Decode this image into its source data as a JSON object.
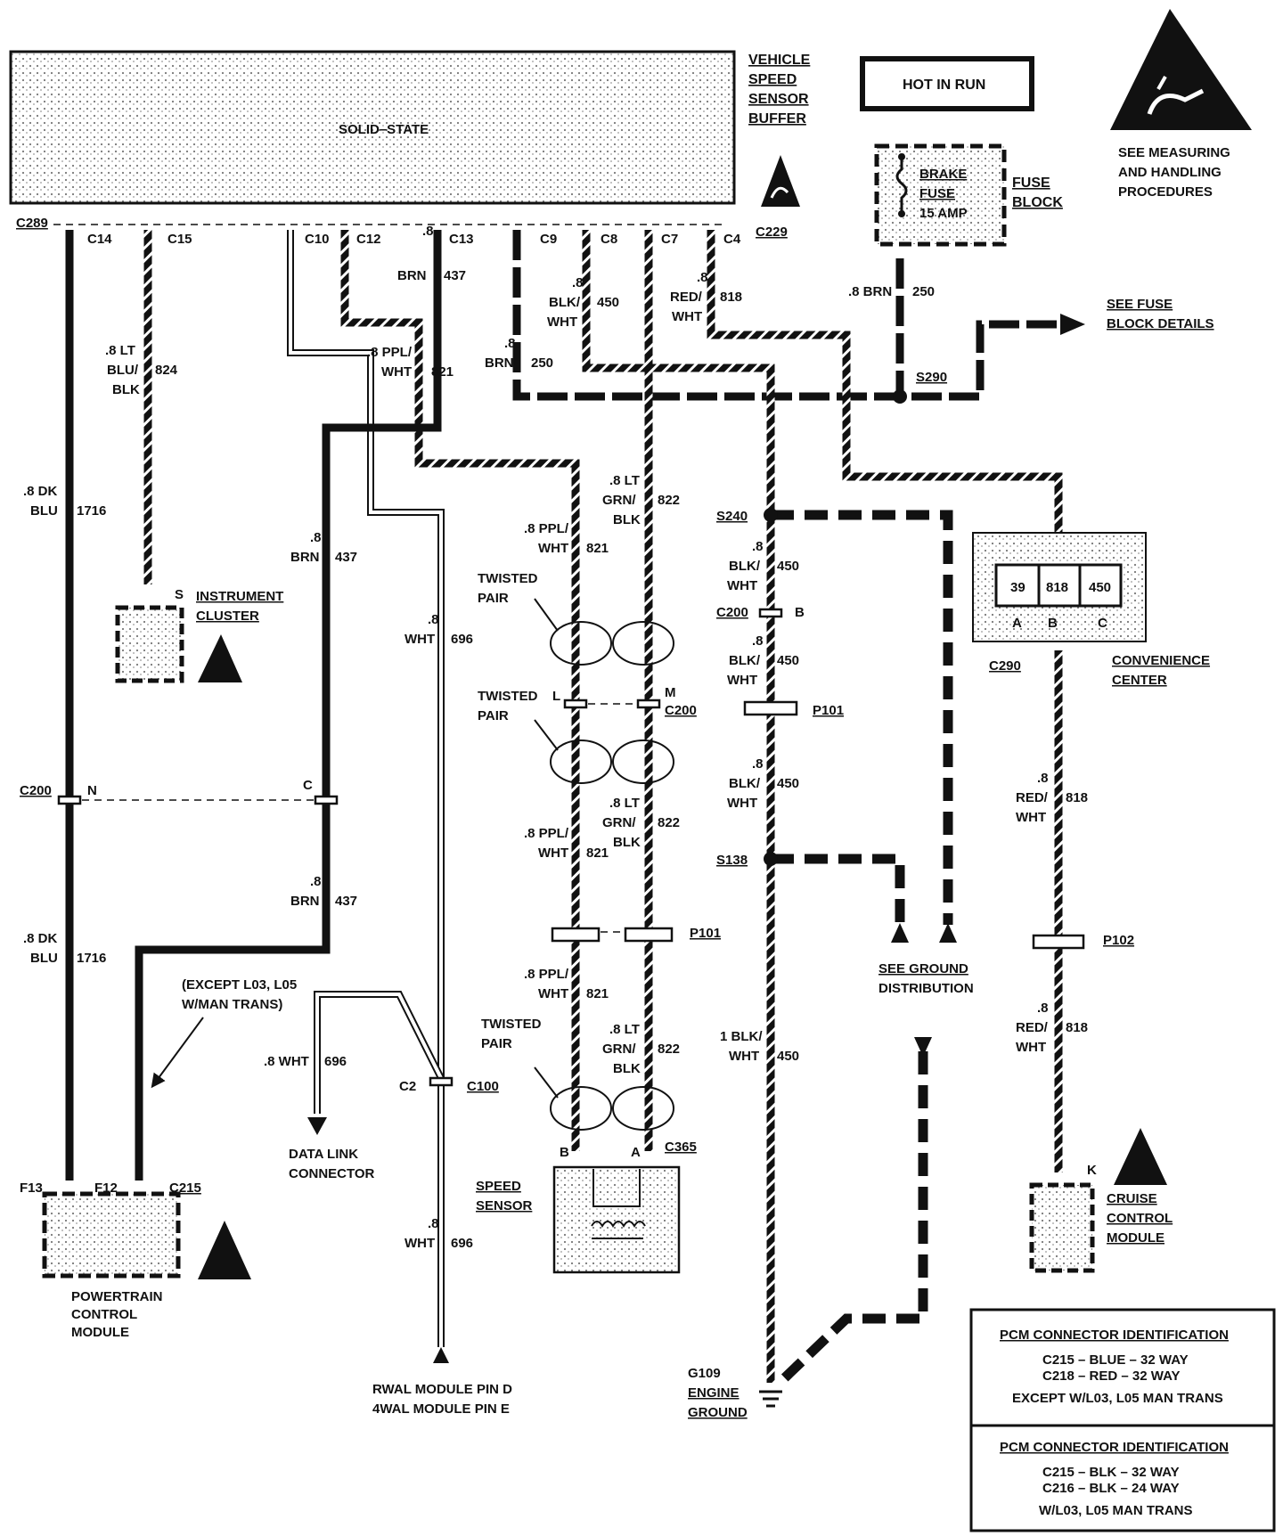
{
  "colors": {
    "ink": "#111111",
    "paper": "#ffffff",
    "shade": "#c8c8c8"
  },
  "vssb": {
    "title_lines": [
      "VEHICLE",
      "SPEED",
      "SENSOR",
      "BUFFER"
    ],
    "inner": "SOLID–STATE"
  },
  "hot_in_run": "HOT IN RUN",
  "esd": {
    "note_lines": [
      "SEE MEASURING",
      "AND HANDLING",
      "PROCEDURES"
    ],
    "icon": "esd-warning-icon"
  },
  "fuse": {
    "lines": [
      "BRAKE",
      "FUSE",
      "15 AMP"
    ],
    "block_lines": [
      "FUSE",
      "BLOCK"
    ]
  },
  "connectors": {
    "c289": "C289",
    "c229": "C229",
    "pins_top": [
      "C14",
      "C15",
      "C10",
      "C12",
      "C13",
      "C9",
      "C8",
      "C7",
      "C4"
    ],
    "c200": "C200",
    "c100": "C100",
    "c2": "C2",
    "c215": "C215",
    "c365": "C365",
    "c290": "C290",
    "p101": "P101",
    "p102": "P102",
    "s240": "S240",
    "s138": "S138",
    "s290": "S290",
    "pin_s": "S",
    "pin_n": "N",
    "pin_c": "C",
    "pin_l": "L",
    "pin_m": "M",
    "pin_b": "B",
    "pin_a": "A",
    "pin_k": "K",
    "pin_f13": "F13",
    "pin_f12": "F12"
  },
  "wires": {
    "dkblu": {
      "size": ".8 DK",
      "color": "BLU",
      "circuit": "1716"
    },
    "ltblublk": {
      "size": ".8 LT",
      "color1": "BLU/",
      "color2": "BLK",
      "circuit": "824"
    },
    "brn437": {
      "size": ".8",
      "color": "BRN",
      "circuit": "437"
    },
    "ppl821": {
      "size": ".8 PPL/",
      "color": "WHT",
      "circuit": "821"
    },
    "grn822": {
      "size": ".8 LT",
      "color1": "GRN/",
      "color2": "BLK",
      "circuit": "822"
    },
    "blk450": {
      "size": ".8",
      "color1": "BLK/",
      "color2": "WHT",
      "circuit": "450"
    },
    "blk450b": {
      "size": "1 BLK/",
      "color": "WHT",
      "circuit": "450"
    },
    "red818": {
      "size": ".8",
      "color1": "RED/",
      "color2": "WHT",
      "circuit": "818"
    },
    "brn250": {
      "size": ".8",
      "color": "BRN",
      "circuit": "250"
    },
    "brn250f": {
      "text": ".8 BRN",
      "circuit": "250"
    },
    "wht696": {
      "size": ".8",
      "color": "WHT",
      "circuit": "696"
    },
    "wht696b": {
      "text": ".8 WHT",
      "circuit": "696"
    }
  },
  "labels": {
    "see_fuse": [
      "SEE FUSE",
      "BLOCK DETAILS"
    ],
    "instrument": [
      "INSTRUMENT",
      "CLUSTER"
    ],
    "twisted": [
      "TWISTED",
      "PAIR"
    ],
    "convenience": [
      "CONVENIENCE",
      "CENTER"
    ],
    "conv_cells": [
      "39",
      "818",
      "450"
    ],
    "conv_pins": [
      "A",
      "B",
      "C"
    ],
    "ground_dist": [
      "SEE GROUND",
      "DISTRIBUTION"
    ],
    "except": [
      "(EXCEPT L03, L05",
      "W/MAN TRANS)"
    ],
    "dlc": [
      "DATA LINK",
      "CONNECTOR"
    ],
    "speed_sensor": [
      "SPEED",
      "SENSOR"
    ],
    "pcm": [
      "POWERTRAIN",
      "CONTROL",
      "MODULE"
    ],
    "rwal": [
      "RWAL MODULE PIN D",
      "4WAL MODULE PIN E"
    ],
    "ground": [
      "G109",
      "ENGINE",
      "GROUND"
    ],
    "cruise": [
      "CRUISE",
      "CONTROL",
      "MODULE"
    ]
  },
  "pcm_tables": [
    {
      "title": "PCM CONNECTOR IDENTIFICATION",
      "rows": [
        "C215 – BLUE  – 32 WAY",
        "C218 – RED   – 32 WAY"
      ],
      "footer": "EXCEPT W/L03, L05 MAN TRANS"
    },
    {
      "title": "PCM CONNECTOR IDENTIFICATION",
      "rows": [
        "C215 – BLK   – 32 WAY",
        "C216 – BLK   – 24 WAY"
      ],
      "footer": "W/L03, L05 MAN TRANS"
    }
  ]
}
